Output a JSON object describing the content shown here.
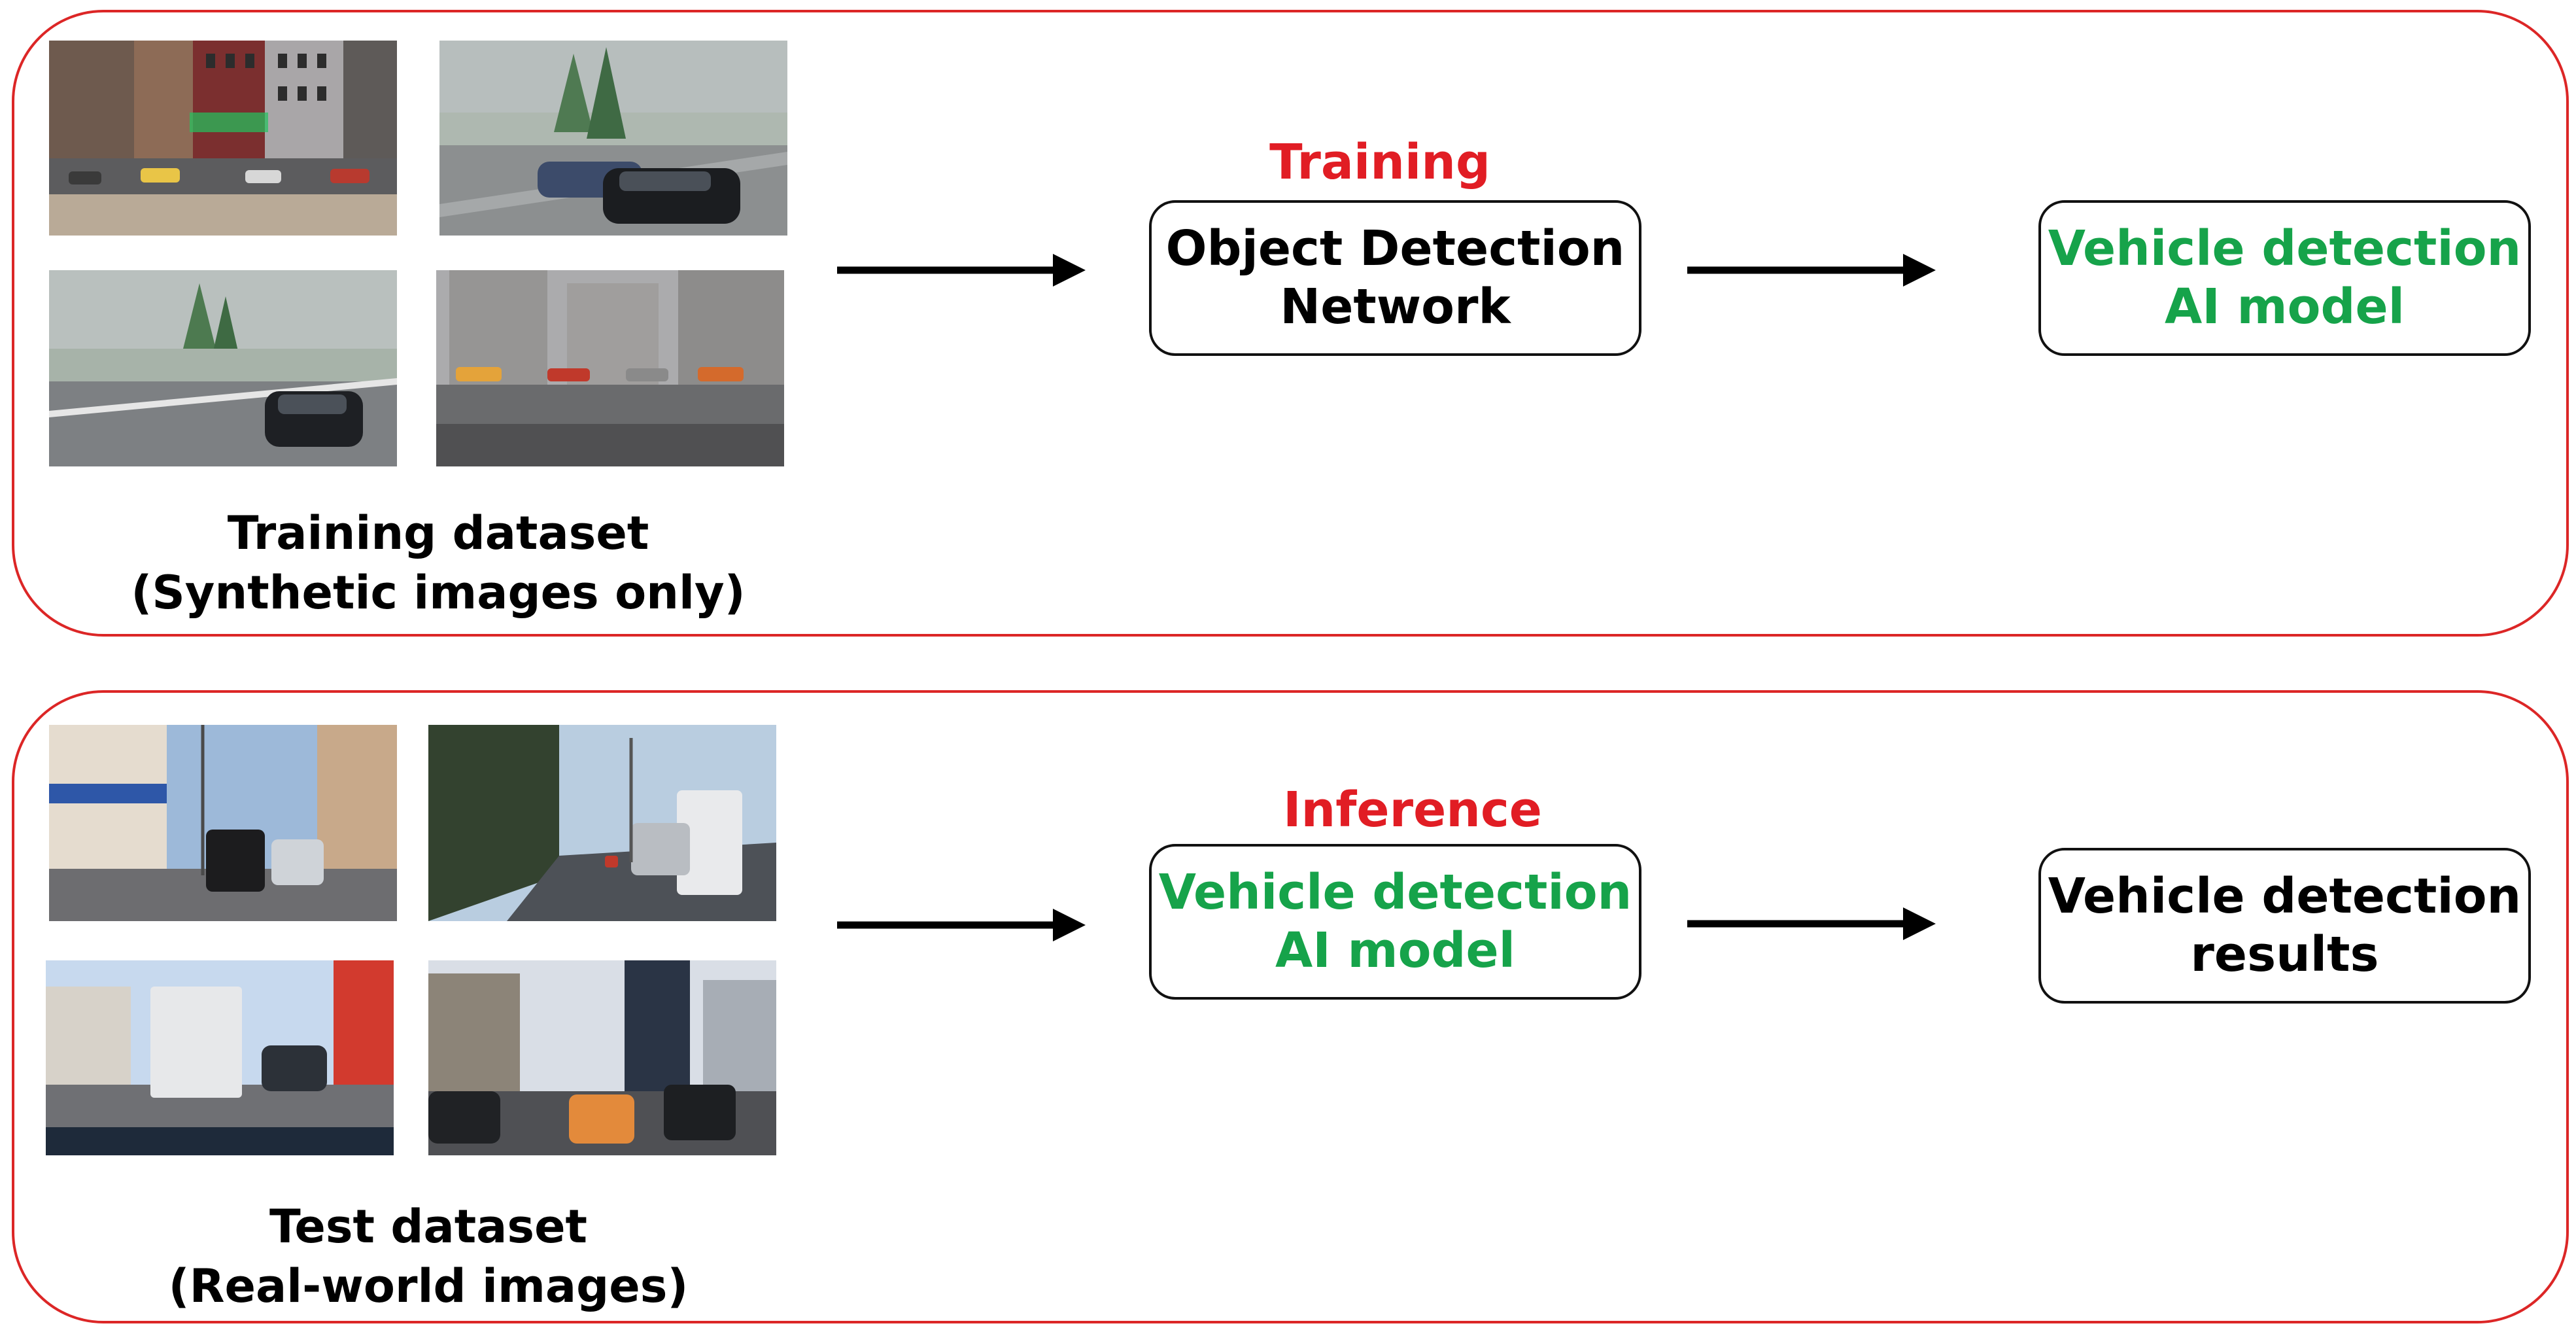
{
  "colors": {
    "panel_border": "#dc2626",
    "step_label": "#e11d24",
    "highlight_text": "#16a34a",
    "plain_text": "#000000"
  },
  "training": {
    "step_label": "Training",
    "dataset_caption_line1": "Training dataset",
    "dataset_caption_line2": "(Synthetic images only)",
    "network_box": {
      "line1": "Object Detection",
      "line2": "Network"
    },
    "output_box": {
      "line1": "Vehicle detection",
      "line2": "AI model"
    }
  },
  "inference": {
    "step_label": "Inference",
    "dataset_caption_line1": "Test dataset",
    "dataset_caption_line2": "(Real-world images)",
    "model_box": {
      "line1": "Vehicle detection",
      "line2": "AI model"
    },
    "output_box": {
      "line1": "Vehicle detection",
      "line2": "results"
    }
  }
}
